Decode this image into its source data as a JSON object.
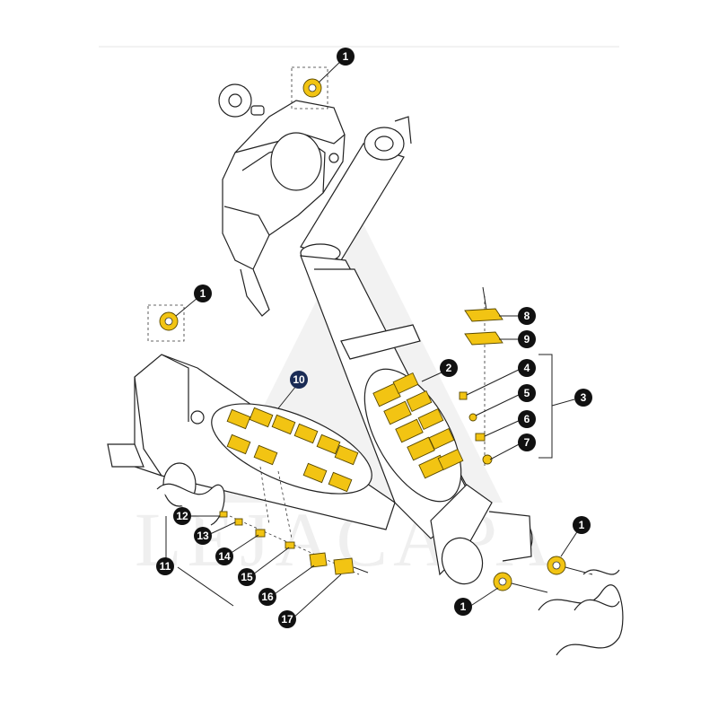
{
  "watermark": {
    "text": "LEJACAPA"
  },
  "colors": {
    "highlight": "#f2c413",
    "callout": "#111111",
    "callout_alt": "#1a2b55",
    "line": "#222222"
  },
  "callouts": [
    {
      "id": "c1a",
      "label": "1"
    },
    {
      "id": "c1b",
      "label": "1"
    },
    {
      "id": "c1c",
      "label": "1"
    },
    {
      "id": "c1d",
      "label": "1"
    },
    {
      "id": "c2",
      "label": "2"
    },
    {
      "id": "c3",
      "label": "3"
    },
    {
      "id": "c4",
      "label": "4"
    },
    {
      "id": "c5",
      "label": "5"
    },
    {
      "id": "c6",
      "label": "6"
    },
    {
      "id": "c7",
      "label": "7"
    },
    {
      "id": "c8",
      "label": "8"
    },
    {
      "id": "c9",
      "label": "9"
    },
    {
      "id": "c10",
      "label": "10"
    },
    {
      "id": "c11",
      "label": "11"
    },
    {
      "id": "c12",
      "label": "12"
    },
    {
      "id": "c13",
      "label": "13"
    },
    {
      "id": "c14",
      "label": "14"
    },
    {
      "id": "c15",
      "label": "15"
    },
    {
      "id": "c16",
      "label": "16"
    },
    {
      "id": "c17",
      "label": "17"
    }
  ]
}
